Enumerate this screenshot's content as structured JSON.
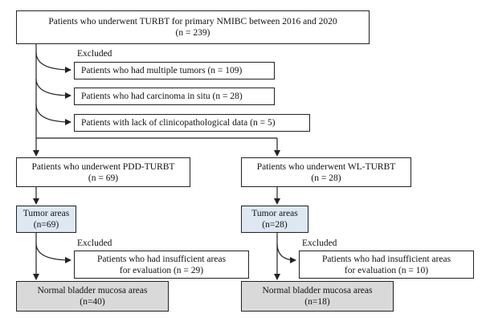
{
  "top": {
    "line1": "Patients who underwent TURBT for primary NMIBC between 2016 and 2020",
    "line2": "(n = 239)"
  },
  "excluded_label_top": "Excluded",
  "exclusions_top": [
    "Patients who had multiple tumors (n = 109)",
    "Patients who had carcinoma in situ (n = 28)",
    "Patients with lack of clinicopathological data (n = 5)"
  ],
  "left": {
    "group": {
      "line1": "Patients who underwent PDD-TURBT",
      "line2": "(n = 69)"
    },
    "tumor": {
      "line1": "Tumor areas",
      "line2": "(n=69)"
    },
    "excluded_label": "Excluded",
    "exclusion": {
      "line1": "Patients who had insufficient areas",
      "line2": "for evaluation (n = 29)"
    },
    "normal": {
      "line1": "Normal bladder mucosa areas",
      "line2": "(n=40)"
    }
  },
  "right": {
    "group": {
      "line1": "Patients who underwent WL-TURBT",
      "line2": "(n = 28)"
    },
    "tumor": {
      "line1": "Tumor areas",
      "line2": "(n=28)"
    },
    "excluded_label": "Excluded",
    "exclusion": {
      "line1": "Patients who had insufficient areas",
      "line2": "for evaluation (n = 10)"
    },
    "normal": {
      "line1": "Normal bladder mucosa areas",
      "line2": "(n=18)"
    }
  },
  "colors": {
    "tumor_fill": "#dde8f2",
    "normal_fill": "#d9d9d9",
    "line": "#222222"
  }
}
